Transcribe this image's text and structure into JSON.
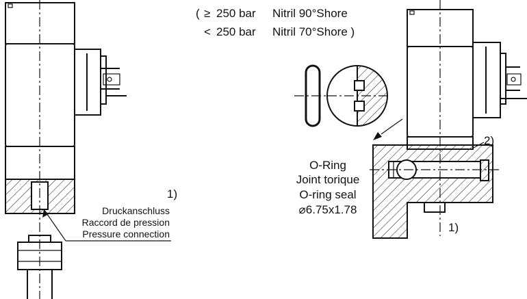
{
  "material_note": {
    "open_paren": "(",
    "line1_symbol": "≥",
    "line1_pressure": "250 bar",
    "line1_material": "Nitril 90°Shore",
    "line2_symbol": "<",
    "line2_pressure": "250 bar",
    "line2_material": "Nitril 70°Shore )"
  },
  "left_view": {
    "ref_label": "1)",
    "connection_labels": [
      "Druckanschluss",
      "Raccord de pression",
      "Pressure connection"
    ]
  },
  "right_view": {
    "ref_label_top": "2)",
    "ref_label_bottom": "1)",
    "seal_labels": [
      "O-Ring",
      "Joint torique",
      "O-ring seal",
      "⌀6.75x1.78"
    ]
  },
  "colors": {
    "line": "#111111",
    "background": "#ffffff"
  }
}
